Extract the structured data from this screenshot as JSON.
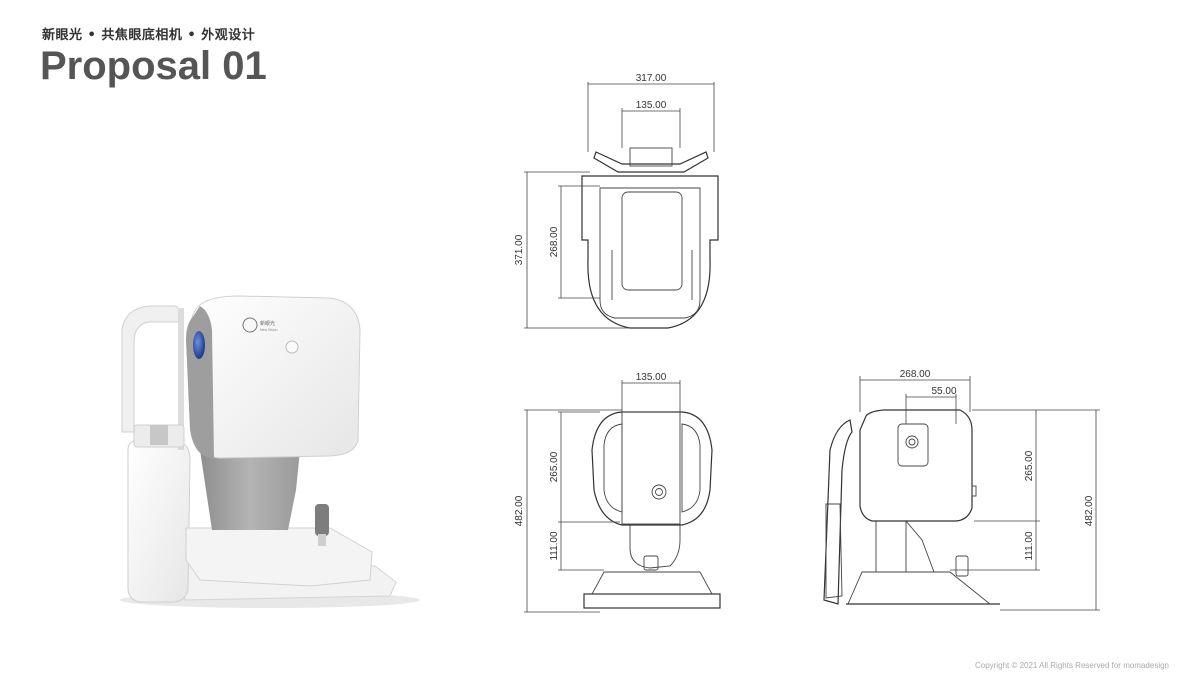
{
  "header": {
    "subtitle": "新眼光 • 共焦眼底相机 • 外观设计",
    "title": "Proposal 01"
  },
  "footer": {
    "copyright": "Copyright © 2021 All Rights Reserved for momadesign"
  },
  "render": {
    "brand_logo_text": "新眼光",
    "brand_sub_text": "New Vision"
  },
  "drawings": {
    "top_view": {
      "overall_width": "317.00",
      "inner_width": "135.00",
      "overall_height": "371.00",
      "inner_height": "268.00"
    },
    "front_view": {
      "top_width": "135.00",
      "overall_height": "482.00",
      "upper_height": "265.00",
      "lower_height": "111.00"
    },
    "side_view": {
      "top_width": "268.00",
      "inner_width": "55.00",
      "overall_height": "482.00",
      "upper_height": "265.00",
      "lower_height": "111.00"
    }
  },
  "colors": {
    "accent_blue": "#3a5fb8",
    "body_grey": "#a9a9a9",
    "shell_white": "#f7f7f7"
  }
}
